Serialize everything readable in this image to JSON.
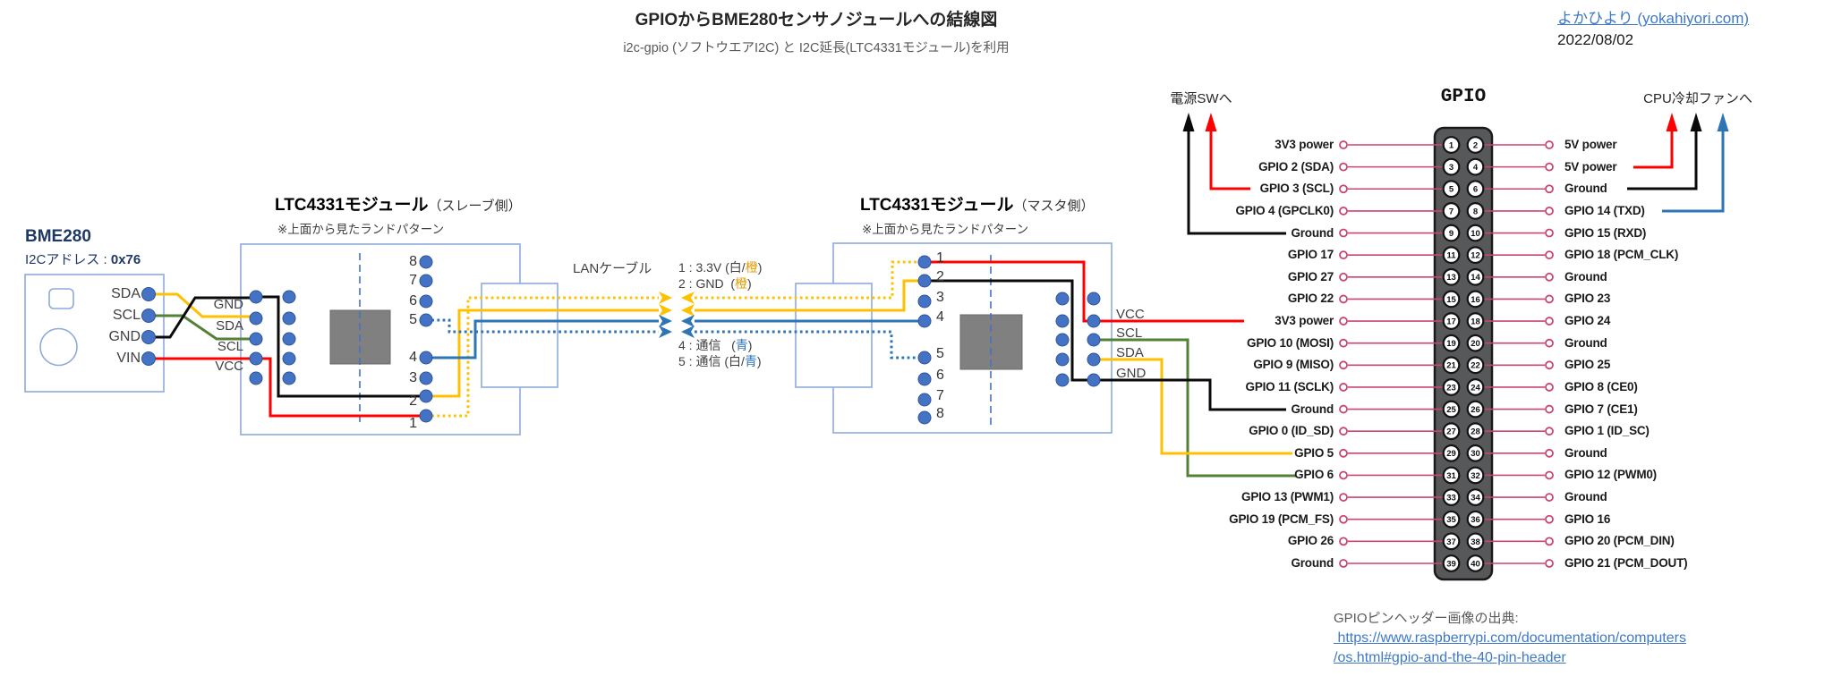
{
  "page": {
    "title": "GPIOからBME280センサノジュールへの結線図",
    "subtitle": "i2c-gpio (ソフトウエアI2C) と I2C延長(LTC4331モジュール)を利用",
    "site_link": "よかひより (yokahiyori.com)",
    "date": "2022/08/02"
  },
  "bme280": {
    "name": "BME280",
    "addr_label": "I2Cアドレス : ",
    "addr_value": "0x76",
    "pins": [
      "SDA",
      "SCL",
      "GND",
      "VIN"
    ]
  },
  "slave": {
    "title": "LTC4331モジュール",
    "side": "（スレーブ側）",
    "note": "※上面から見たランドパターン",
    "pad_labels": [
      "GND",
      "SDA",
      "SCL",
      "VCC"
    ],
    "pin_numbers": [
      "8",
      "7",
      "6",
      "5",
      "4",
      "3",
      "2",
      "1"
    ]
  },
  "master": {
    "title": "LTC4331モジュール",
    "side": "（マスタ側）",
    "note": "※上面から見たランドパターン",
    "pin_numbers": [
      "1",
      "2",
      "3",
      "4",
      "5",
      "6",
      "7",
      "8"
    ],
    "pad_labels": [
      "VCC",
      "SCL",
      "SDA",
      "GND"
    ]
  },
  "lan": {
    "cable_label": "LANケーブル",
    "wire_labels": [
      {
        "parts": [
          {
            "t": "1 : 3.3V (白/",
            "c": "k"
          },
          {
            "t": "橙",
            "c": "o"
          },
          {
            "t": ")",
            "c": "k"
          }
        ]
      },
      {
        "parts": [
          {
            "t": "2 : GND  (",
            "c": "k"
          },
          {
            "t": "橙",
            "c": "o"
          },
          {
            "t": ")",
            "c": "k"
          }
        ]
      },
      {
        "parts": [
          {
            "t": "4 : 通信   (",
            "c": "k"
          },
          {
            "t": "青",
            "c": "b"
          },
          {
            "t": ")",
            "c": "k"
          }
        ]
      },
      {
        "parts": [
          {
            "t": "5 : 通信 (白/",
            "c": "k"
          },
          {
            "t": "青",
            "c": "b"
          },
          {
            "t": ")",
            "c": "k"
          }
        ]
      }
    ]
  },
  "gpio": {
    "title": "GPIO",
    "to_power_sw": "電源SWへ",
    "to_cpu_fan": "CPU冷却ファンへ",
    "left_labels": [
      "3V3 power",
      "GPIO 2 (SDA)",
      "GPIO 3 (SCL)",
      "GPIO 4 (GPCLK0)",
      "Ground",
      "GPIO 17",
      "GPIO 27",
      "GPIO 22",
      "3V3 power",
      "GPIO 10 (MOSI)",
      "GPIO 9 (MISO)",
      "GPIO 11 (SCLK)",
      "Ground",
      "GPIO 0 (ID_SD)",
      "GPIO 5",
      "GPIO 6",
      "GPIO 13 (PWM1)",
      "GPIO 19 (PCM_FS)",
      "GPIO 26",
      "Ground"
    ],
    "right_labels": [
      "5V power",
      "5V power",
      "Ground",
      "GPIO 14 (TXD)",
      "GPIO 15 (RXD)",
      "GPIO 18 (PCM_CLK)",
      "Ground",
      "GPIO 23",
      "GPIO 24",
      "Ground",
      "GPIO 25",
      "GPIO 8 (CE0)",
      "GPIO 7 (CE1)",
      "GPIO 1 (ID_SC)",
      "Ground",
      "GPIO 12 (PWM0)",
      "Ground",
      "GPIO 16",
      "GPIO 20 (PCM_DIN)",
      "GPIO 21 (PCM_DOUT)"
    ],
    "left_pin_numbers": [
      1,
      3,
      5,
      7,
      9,
      11,
      13,
      15,
      17,
      19,
      21,
      23,
      25,
      27,
      29,
      31,
      33,
      35,
      37,
      39
    ],
    "right_pin_numbers": [
      2,
      4,
      6,
      8,
      10,
      12,
      14,
      16,
      18,
      20,
      22,
      24,
      26,
      28,
      30,
      32,
      34,
      36,
      38,
      40
    ]
  },
  "citation": {
    "line1": "GPIOピンヘッダー画像の出典:",
    "line2": " https://www.raspberrypi.com/documentation/computers",
    "line3": "/os.html#gpio-and-the-40-pin-header"
  },
  "colors": {
    "wire_yellow": "#FFC000",
    "wire_blue": "#2E75B6",
    "wire_green": "#538135",
    "wire_red": "#FF0000",
    "wire_black": "#0a0a0a",
    "pin_blue": "#4472C4",
    "box_border": "#8EAADB",
    "connector_pink": "#C8476F",
    "link_blue": "#3E78C8",
    "orange_text": "#E49C00",
    "blue_text": "#2E75B6"
  }
}
